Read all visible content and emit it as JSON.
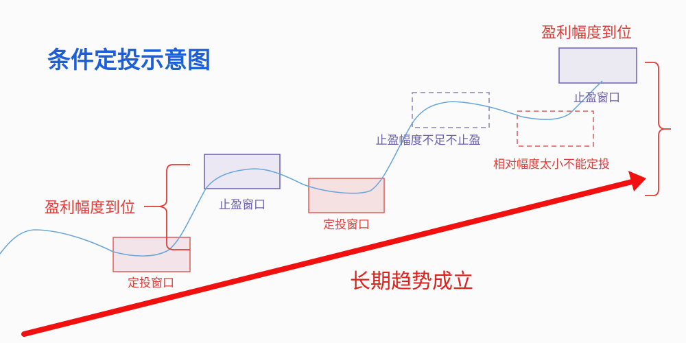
{
  "title": "条件定投示意图",
  "labels": {
    "profit_reached_left": "盈利幅度到位",
    "profit_reached_right": "盈利幅度到位",
    "dca_window_1": "定投窗口",
    "dca_window_2": "定投窗口",
    "take_profit_window_1": "止盈窗口",
    "take_profit_window_2": "止盈窗口",
    "insufficient_take_profit": "止盈幅度不足不止盈",
    "too_small_no_dca": "相对幅度太小不能定投",
    "long_term_trend": "长期趋势成立"
  },
  "colors": {
    "title": "#1d5fd8",
    "red": "#e23a36",
    "purple": "#6a5fb0",
    "curve": "#6aa7d8",
    "arrow": "#f01010"
  }
}
